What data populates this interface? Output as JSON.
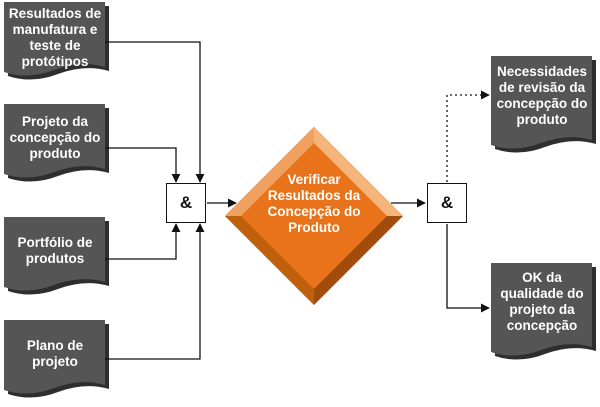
{
  "inputs": [
    {
      "label": "Resultados de manufatura e teste de protótipos"
    },
    {
      "label": "Projeto da concepção do produto"
    },
    {
      "label": "Portfólio de produtos"
    },
    {
      "label": "Plano de projeto"
    }
  ],
  "process": {
    "label": "Verificar Resultados da Concepção do Produto"
  },
  "join_gate": {
    "symbol": "&"
  },
  "split_gate": {
    "symbol": "&"
  },
  "outputs": [
    {
      "label": "Necessidades de revisão da concepção do produto",
      "connector": "dotted"
    },
    {
      "label": "OK da qualidade do projeto da concepção",
      "connector": "solid"
    }
  ],
  "colors": {
    "document_fill": "#555555",
    "document_shadow": "#2e2e2e",
    "process_fill": "#e8731b",
    "process_bevel_light": "#f5b47a",
    "process_bevel_dark": "#a04c0c",
    "line": "#111111"
  }
}
